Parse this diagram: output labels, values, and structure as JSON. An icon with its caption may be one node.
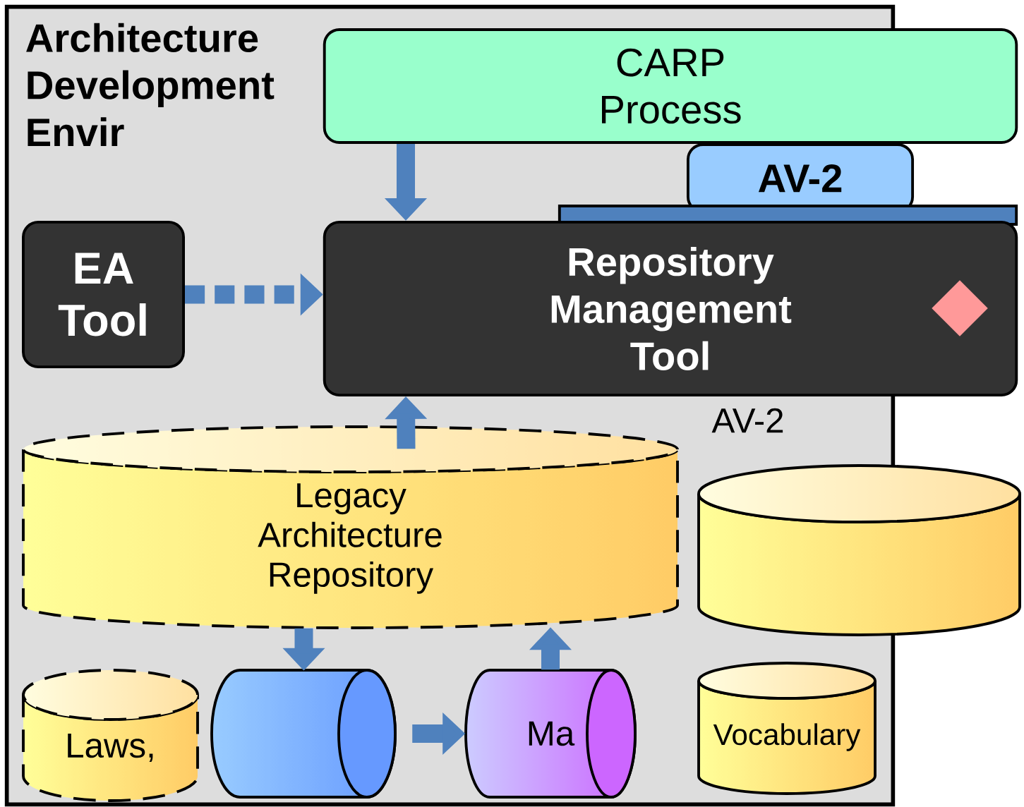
{
  "diagram": {
    "nodes": [
      {
        "text": [
          "Architecture Development Envir"
        ]
      },
      {
        "text": [
          "CARP Process"
        ]
      },
      {
        "text": [
          "AV-2"
        ]
      },
      {
        "text": [
          "Repository Management Tool"
        ]
      },
      {
        "text": [
          "EA Tool"
        ],
        "in": 0
      },
      {
        "text": [
          "Legacy Architecture Repository"
        ],
        "in": 0
      },
      {
        "text": [
          "Ma"
        ],
        "in": 0
      },
      {
        "text": [
          "Vocabulary"
        ],
        "in": 0
      },
      {
        "text": [
          "Laws,"
        ],
        "in": 0
      },
      {
        "text": [],
        "shape": "cylinder",
        "in": 0
      },
      {
        "text": [],
        "shape": "cylinder"
      },
      {
        "text": [],
        "shape": "diamond",
        "in": 3
      },
      {
        "text": [],
        "shape": "bar"
      }
    ],
    "edges": [
      {
        "from": 1,
        "to": 3,
        "arrow": "to"
      },
      {
        "from": 4,
        "to": 3,
        "arrow": "to",
        "style": "dashed"
      },
      {
        "from": 5,
        "to": 3,
        "arrow": "to"
      },
      {
        "from": 6,
        "to": 5,
        "arrow": "to"
      },
      {
        "from": null,
        "to": 6,
        "arrow": "to"
      },
      {
        "from": 5,
        "to": 9,
        "arrow": "to"
      }
    ],
    "labels": [
      "AV-2"
    ]
  }
}
